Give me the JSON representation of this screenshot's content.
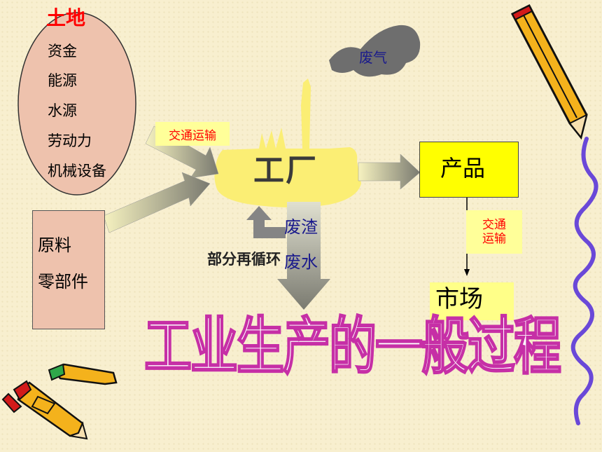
{
  "resources": {
    "title": "土地",
    "items": [
      "资金",
      "能源",
      "水源",
      "劳动力",
      "机械设备"
    ]
  },
  "materials": {
    "items": [
      "原料",
      "零部件"
    ]
  },
  "transport": {
    "label1": "交通运输",
    "label2_line1": "交通",
    "label2_line2": "运输"
  },
  "factory": {
    "label": "工厂"
  },
  "exhaust": {
    "label": "废气"
  },
  "waste": {
    "solid": "废渣",
    "water": "废水"
  },
  "recycle": {
    "label": "部分再循环"
  },
  "product": {
    "label": "产品"
  },
  "market": {
    "label": "市场"
  },
  "title": "工业生产的一般过程",
  "colors": {
    "resource_title": "#ff0000",
    "oval_fill": "#eec2ad",
    "factory_fill": "#fbee74",
    "product_fill": "#ffff00",
    "title_stroke": "#c62fa6",
    "arrow_fill": "#8c8c80"
  }
}
